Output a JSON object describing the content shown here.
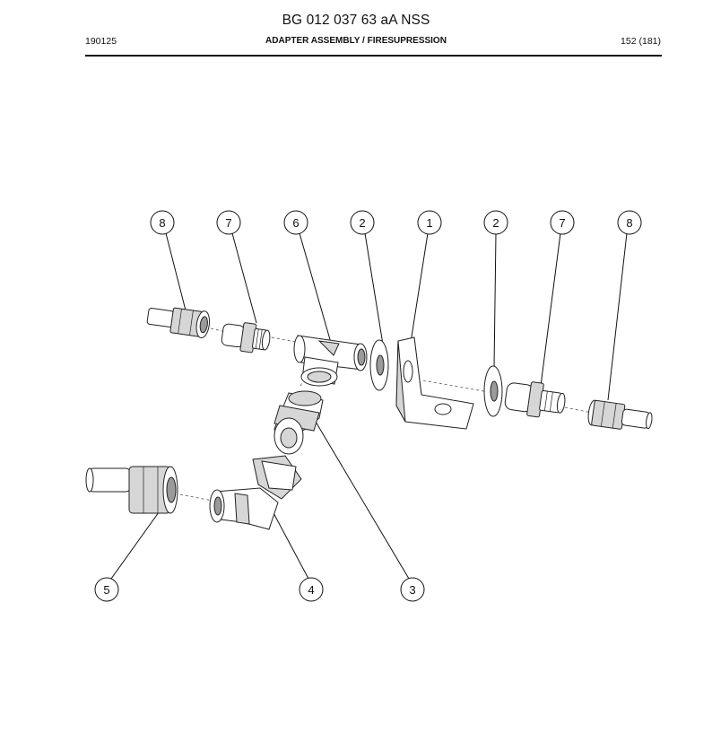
{
  "header": {
    "doc_title": "BG 012 037 63 aA NSS",
    "doc_number": "190125",
    "section_title": "ADAPTER ASSEMBLY / FIRESUPRESSION",
    "page": "152 (181)"
  },
  "callouts": [
    {
      "id": "c8a",
      "label": "8"
    },
    {
      "id": "c7a",
      "label": "7"
    },
    {
      "id": "c6",
      "label": "6"
    },
    {
      "id": "c2a",
      "label": "2"
    },
    {
      "id": "c1",
      "label": "1"
    },
    {
      "id": "c2b",
      "label": "2"
    },
    {
      "id": "c7b",
      "label": "7"
    },
    {
      "id": "c8b",
      "label": "8"
    },
    {
      "id": "c5",
      "label": "5"
    },
    {
      "id": "c4",
      "label": "4"
    },
    {
      "id": "c3",
      "label": "3"
    }
  ]
}
